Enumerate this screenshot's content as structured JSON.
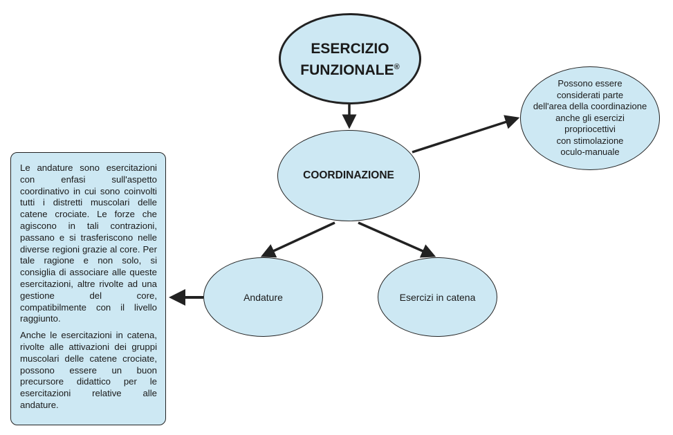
{
  "diagram": {
    "root": {
      "line1": "ESERCIZIO",
      "line2": "FUNZIONALE",
      "mark": "®"
    },
    "coordination": "COORDINAZIONE",
    "gaits": "Andature",
    "chain_exercises": "Esercizi in catena",
    "side_note": {
      "lines": [
        "Possono essere",
        "considerati parte",
        "dell'area della coordinazione",
        "anche gli esercizi",
        "propriocettivi",
        "con stimolazione",
        "oculo-manuale"
      ]
    },
    "text_box": {
      "paragraph1": "Le andature sono esercitazioni con enfasi sull'aspetto coordinativo in cui sono coinvolti tutti i distretti muscolari delle catene crociate. Le forze che agiscono in tali contrazioni, passano e si trasferiscono nelle diverse regioni grazie al core. Per tale ragione e non solo, si consiglia di associare alle queste esercitazioni, altre rivolte ad una gestione del core, compatibilmente con il livello raggiunto.",
      "paragraph2": "Anche le esercitazioni in catena, rivolte alle attivazioni dei gruppi muscolari delle catene crociate, possono essere un buon precursore didattico per le esercitazioni relative alle andature."
    },
    "colors": {
      "node_fill": "#cde8f3",
      "stroke": "#222222"
    }
  }
}
